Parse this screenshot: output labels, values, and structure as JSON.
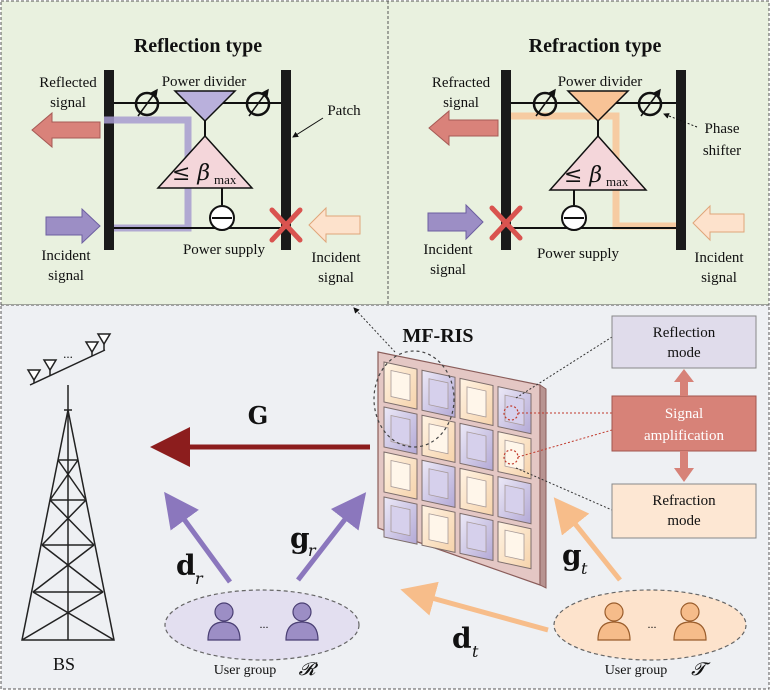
{
  "panels": {
    "reflection": {
      "title": "Reflection type",
      "reflected_signal": [
        "Reflected",
        "signal"
      ],
      "incident_left": [
        "Incident",
        "signal"
      ],
      "incident_right": [
        "Incident",
        "signal"
      ],
      "power_divider": "Power divider",
      "power_supply": "Power supply",
      "patch": "Patch",
      "amp_symbol": "≤ β",
      "amp_sub": "max"
    },
    "refraction": {
      "title": "Refraction type",
      "refracted_signal": [
        "Refracted",
        "signal"
      ],
      "incident_left": [
        "Incident",
        "signal"
      ],
      "incident_right": [
        "Incident",
        "signal"
      ],
      "power_divider": "Power divider",
      "power_supply": "Power supply",
      "phase_shifter": [
        "Phase",
        "shifter"
      ],
      "amp_symbol": "≤ β",
      "amp_sub": "max"
    }
  },
  "scene": {
    "ris_label": "MF-RIS",
    "bs_label": "BS",
    "dots": "...",
    "channels": {
      "G": "G",
      "d_r": "d",
      "d_r_sub": "r",
      "g_r": "g",
      "g_r_sub": "r",
      "g_t": "g",
      "g_t_sub": "t",
      "d_t": "d",
      "d_t_sub": "t"
    },
    "group_r": {
      "label": "User group",
      "symbol": "𝓡",
      "dots": "..."
    },
    "group_t": {
      "label": "User group",
      "symbol": "𝓣",
      "dots": "..."
    },
    "modes": {
      "reflection": [
        "Reflection",
        "mode"
      ],
      "amplification": [
        "Signal",
        "amplification"
      ],
      "refraction": [
        "Refraction",
        "mode"
      ]
    }
  },
  "colors": {
    "panel_top": "#e9f1df",
    "panel_bottom": "#eef0f3",
    "purple": "#9c8ec5",
    "orange": "#f6c696",
    "red_arrow": "#8c1d1d",
    "salmon": "#d9827a",
    "pink_amp": "#f4d6da",
    "purple_path": "#a79cd0",
    "orange_path": "#f7c79b",
    "cross": "#d9534f",
    "mode_reflection": "#e0dceb",
    "mode_amplification": "#d78278",
    "mode_refraction": "#fde7d3"
  }
}
